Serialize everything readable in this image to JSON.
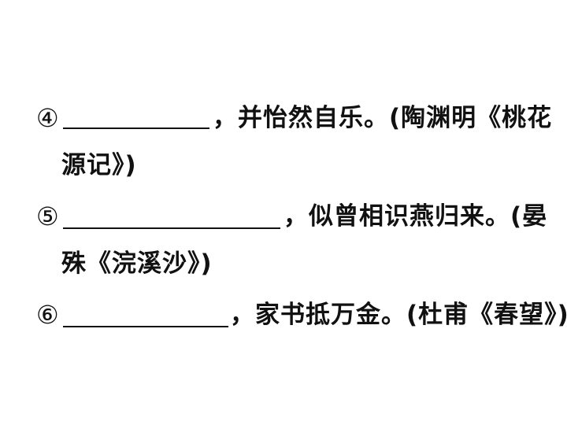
{
  "items": [
    {
      "number": "④",
      "text_line1": "，并怡然自乐。(陶渊明《桃花",
      "text_line2": "源记》)"
    },
    {
      "number": "⑤",
      "text_line1": "，似曾相识燕归来。(晏",
      "text_line2": "殊《浣溪沙》)"
    },
    {
      "number": "⑥",
      "text_line1": "，家书抵万金。(杜甫《春望》)"
    }
  ]
}
